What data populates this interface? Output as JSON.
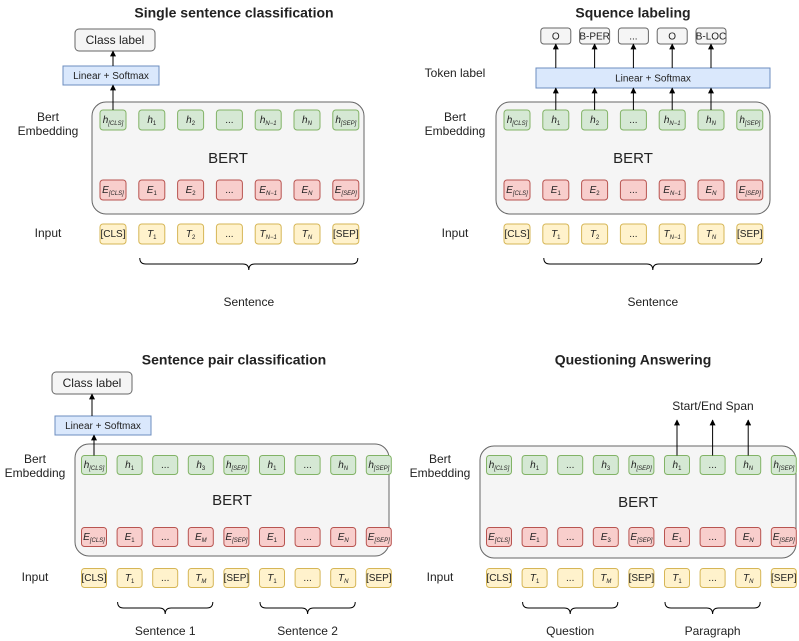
{
  "panels": [
    {
      "title": "Single sentence classification",
      "bert_label": "BERT",
      "row_labels": {
        "emb": "Bert\nEmbedding",
        "input": "Input"
      },
      "head": {
        "box": "Linear + Softmax",
        "out": "Class label"
      },
      "hidden": [
        [
          "h",
          "[CLS]"
        ],
        [
          "h",
          "1"
        ],
        [
          "h",
          "2"
        ],
        [
          "...",
          ""
        ],
        [
          "h",
          "N−1"
        ],
        [
          "h",
          "N"
        ],
        [
          "h",
          "[SEP]"
        ]
      ],
      "embeds": [
        [
          "E",
          "[CLS]"
        ],
        [
          "E",
          "1"
        ],
        [
          "E",
          "2"
        ],
        [
          "...",
          ""
        ],
        [
          "E",
          "N−1"
        ],
        [
          "E",
          "N"
        ],
        [
          "E",
          "[SEP]"
        ]
      ],
      "inputs": [
        [
          "[CLS]",
          ""
        ],
        [
          "T",
          "1"
        ],
        [
          "T",
          "2"
        ],
        [
          "...",
          ""
        ],
        [
          "T",
          "N−1"
        ],
        [
          "T",
          "N"
        ],
        [
          "[SEP]",
          ""
        ]
      ],
      "groups": [
        {
          "label": "Sentence",
          "from": 1,
          "to": 6
        }
      ]
    },
    {
      "title": "Squence labeling",
      "bert_label": "BERT",
      "row_labels": {
        "emb": "Bert\nEmbedding",
        "input": "Input",
        "token": "Token label"
      },
      "head": {
        "box": "Linear + Softmax",
        "outs": [
          "O",
          "B-PER",
          "...",
          "O",
          "B-LOC"
        ]
      },
      "hidden": [
        [
          "h",
          "[CLS]"
        ],
        [
          "h",
          "1"
        ],
        [
          "h",
          "2"
        ],
        [
          "...",
          ""
        ],
        [
          "h",
          "N−1"
        ],
        [
          "h",
          "N"
        ],
        [
          "h",
          "[SEP]"
        ]
      ],
      "embeds": [
        [
          "E",
          "[CLS]"
        ],
        [
          "E",
          "1"
        ],
        [
          "E",
          "2"
        ],
        [
          "...",
          ""
        ],
        [
          "E",
          "N−1"
        ],
        [
          "E",
          "N"
        ],
        [
          "E",
          "[SEP]"
        ]
      ],
      "inputs": [
        [
          "[CLS]",
          ""
        ],
        [
          "T",
          "1"
        ],
        [
          "T",
          "2"
        ],
        [
          "...",
          ""
        ],
        [
          "T",
          "N−1"
        ],
        [
          "T",
          "N"
        ],
        [
          "[SEP]",
          ""
        ]
      ],
      "groups": [
        {
          "label": "Sentence",
          "from": 1,
          "to": 6
        }
      ]
    },
    {
      "title": "Sentence pair classification",
      "bert_label": "BERT",
      "row_labels": {
        "emb": "Bert\nEmbedding",
        "input": "Input"
      },
      "head": {
        "box": "Linear + Softmax",
        "out": "Class label"
      },
      "hidden": [
        [
          "h",
          "[CLS]"
        ],
        [
          "h",
          "1"
        ],
        [
          "...",
          ""
        ],
        [
          "h",
          "3"
        ],
        [
          "h",
          "[SEP]"
        ],
        [
          "h",
          "1"
        ],
        [
          "...",
          ""
        ],
        [
          "h",
          "N"
        ],
        [
          "h",
          "[SEP]"
        ]
      ],
      "embeds": [
        [
          "E",
          "[CLS]"
        ],
        [
          "E",
          "1"
        ],
        [
          "...",
          ""
        ],
        [
          "E",
          "M"
        ],
        [
          "E",
          "[SEP]"
        ],
        [
          "E",
          "1"
        ],
        [
          "...",
          ""
        ],
        [
          "E",
          "N"
        ],
        [
          "E",
          "[SEP]"
        ]
      ],
      "inputs": [
        [
          "[CLS]",
          ""
        ],
        [
          "T",
          "1"
        ],
        [
          "...",
          ""
        ],
        [
          "T",
          "M"
        ],
        [
          "[SEP]",
          ""
        ],
        [
          "T",
          "1"
        ],
        [
          "...",
          ""
        ],
        [
          "T",
          "N"
        ],
        [
          "[SEP]",
          ""
        ]
      ],
      "groups": [
        {
          "label": "Sentence 1",
          "from": 1,
          "to": 3
        },
        {
          "label": "Sentence 2",
          "from": 5,
          "to": 7
        }
      ]
    },
    {
      "title": "Questioning Answering",
      "bert_label": "BERT",
      "row_labels": {
        "emb": "Bert\nEmbedding",
        "input": "Input",
        "span": "Start/End Span"
      },
      "head": {},
      "hidden": [
        [
          "h",
          "[CLS]"
        ],
        [
          "h",
          "1"
        ],
        [
          "...",
          ""
        ],
        [
          "h",
          "3"
        ],
        [
          "h",
          "[SEP]"
        ],
        [
          "h",
          "1"
        ],
        [
          "...",
          ""
        ],
        [
          "h",
          "N"
        ],
        [
          "h",
          "[SEP]"
        ]
      ],
      "embeds": [
        [
          "E",
          "[CLS]"
        ],
        [
          "E",
          "1"
        ],
        [
          "...",
          ""
        ],
        [
          "E",
          "3"
        ],
        [
          "E",
          "[SEP]"
        ],
        [
          "E",
          "1"
        ],
        [
          "...",
          ""
        ],
        [
          "E",
          "N"
        ],
        [
          "E",
          "[SEP]"
        ]
      ],
      "inputs": [
        [
          "[CLS]",
          ""
        ],
        [
          "T",
          "1"
        ],
        [
          "...",
          ""
        ],
        [
          "T",
          "M"
        ],
        [
          "[SEP]",
          ""
        ],
        [
          "T",
          "1"
        ],
        [
          "...",
          ""
        ],
        [
          "T",
          "N"
        ],
        [
          "[SEP]",
          ""
        ]
      ],
      "groups": [
        {
          "label": "Question",
          "from": 1,
          "to": 3
        },
        {
          "label": "Paragraph",
          "from": 5,
          "to": 7
        }
      ]
    }
  ],
  "colors": {
    "hidden_fill": "#d5e8d4",
    "hidden_stroke": "#82b366",
    "embed_fill": "#f8cecc",
    "embed_stroke": "#b85450",
    "input_fill": "#fff2cc",
    "input_stroke": "#d6b656",
    "head_fill": "#dae8fc",
    "head_stroke": "#6c8ebf",
    "bert_fill": "#f5f5f5",
    "bert_stroke": "#666666",
    "label_fill": "#f5f5f5",
    "label_stroke": "#666666"
  }
}
